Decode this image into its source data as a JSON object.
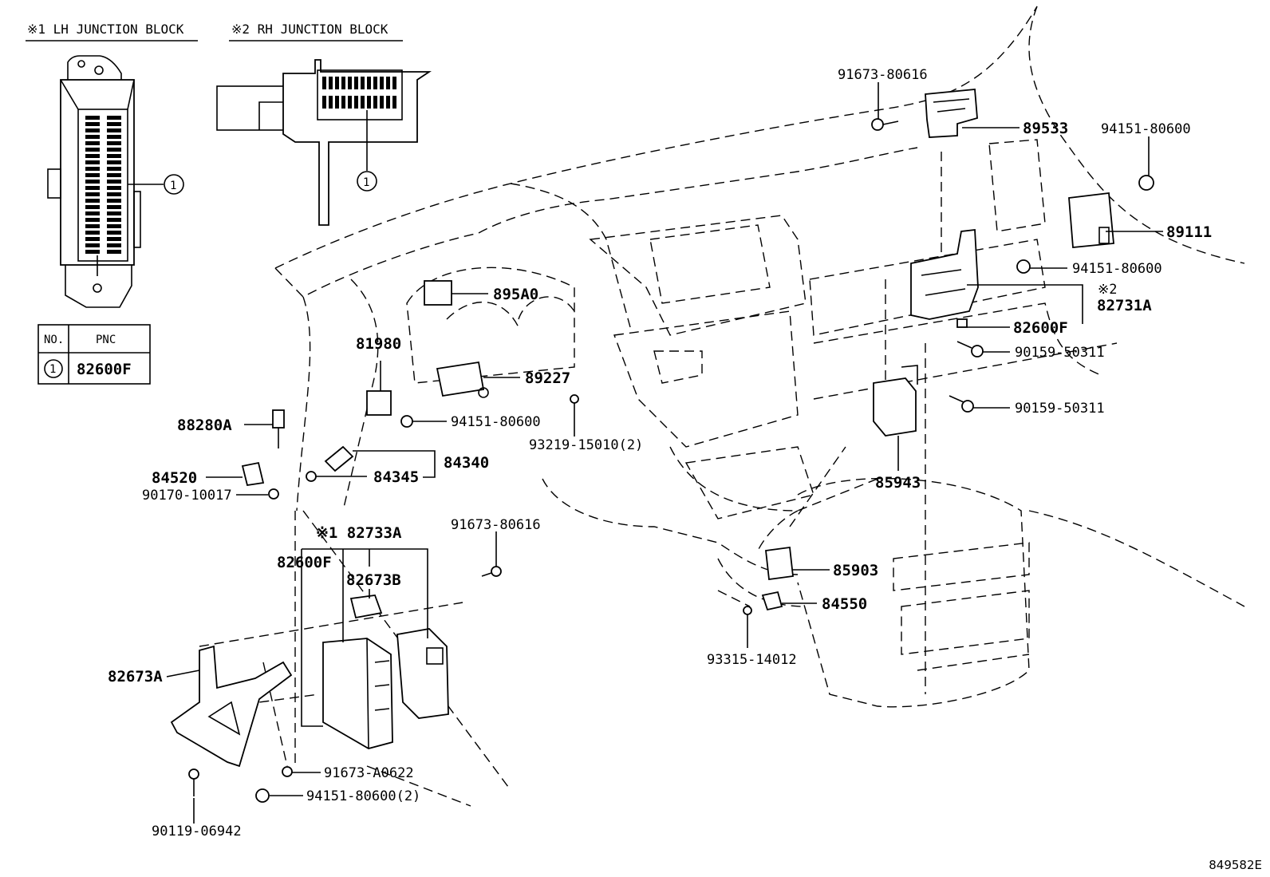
{
  "headers": {
    "lh": "※1 LH JUNCTION BLOCK",
    "rh": "※2 RH JUNCTION BLOCK"
  },
  "table": {
    "col_no": "NO.",
    "col_pnc": "PNC",
    "row_no": "1",
    "row_pnc": "82600F"
  },
  "callout": "1",
  "labels": {
    "p91673_80616_top": "91673-80616",
    "p89533": "89533",
    "p94151_80600_tr": "94151-80600",
    "p89111": "89111",
    "p94151_80600_r": "94151-80600",
    "p82731A_note": "※2",
    "p82731A": "82731A",
    "p82600F_r": "82600F",
    "p90159_50311_a": "90159-50311",
    "p90159_50311_b": "90159-50311",
    "p85943": "85943",
    "p895A0": "895A0",
    "p81980": "81980",
    "p89227": "89227",
    "p88280A": "88280A",
    "p94151_80600_c": "94151-80600",
    "p93219_15010": "93219-15010(2)",
    "p84340": "84340",
    "p84345": "84345",
    "p84520": "84520",
    "p90170_10017": "90170-10017",
    "p82733A": "※1 82733A",
    "p91673_80616_mid": "91673-80616",
    "p82600F_l": "82600F",
    "p82673B": "82673B",
    "p82673A": "82673A",
    "p91673_A0622": "91673-A0622",
    "p94151_80600_2": "94151-80600(2)",
    "p90119_06942": "90119-06942",
    "p85903": "85903",
    "p84550": "84550",
    "p93315_14012": "93315-14012"
  },
  "diagram_code": "849582E"
}
